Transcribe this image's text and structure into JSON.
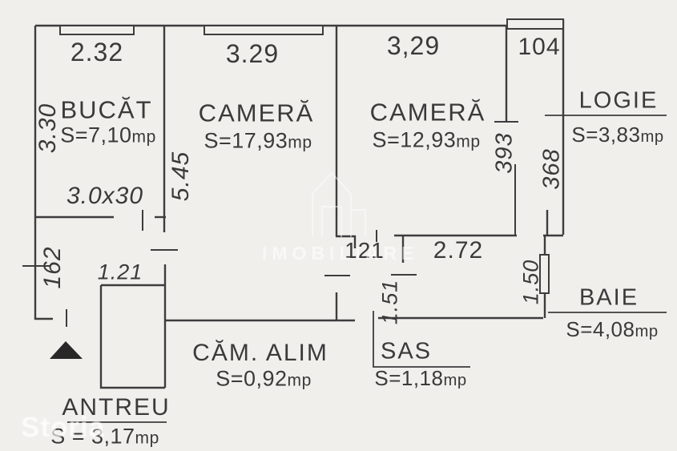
{
  "plan": {
    "rooms": {
      "bucatarie": {
        "name": "BUCĂT",
        "area": "S=7,10",
        "unit": "mp"
      },
      "camera1": {
        "name": "CAMERĂ",
        "area": "S=17,93",
        "unit": "mp"
      },
      "camera2": {
        "name": "CAMERĂ",
        "area": "S=12,93",
        "unit": "mp"
      },
      "logie": {
        "name": "LOGIE",
        "area": "S=3,83",
        "unit": "mp"
      },
      "baie": {
        "name": "BAIE",
        "area": "S=4,08",
        "unit": "mp"
      },
      "sas": {
        "name": "SAS",
        "area": "S=1,18",
        "unit": "mp"
      },
      "cam_alim": {
        "name": "CĂM. ALIM",
        "area": "S=0,92",
        "unit": "mp"
      },
      "antreu": {
        "name": "ANTREU",
        "area": "S = 3,17",
        "unit": "mp"
      }
    },
    "dimensions": {
      "bucat_width": "2.32",
      "camera1_width": "3.29",
      "camera2_width": "3,29",
      "logie_width": "104",
      "bucat_height": "3.30",
      "camera1_height": "5.45",
      "bucat_door": "3.0x30",
      "hall_left": "162",
      "antreu_width": "1.21",
      "sas_width": "121",
      "baie_width": "2.72",
      "sas_height": "1.51",
      "baie_height": "1.50",
      "camera2_height": "393",
      "logie_height": "368"
    },
    "watermarks": {
      "center": "IMOBILIARE",
      "corner": "Storia"
    },
    "colors": {
      "background": "#f0efec",
      "wall_line": "#3d3d3d",
      "text": "#3a3a3a",
      "entry_arrow": "#282828"
    }
  }
}
